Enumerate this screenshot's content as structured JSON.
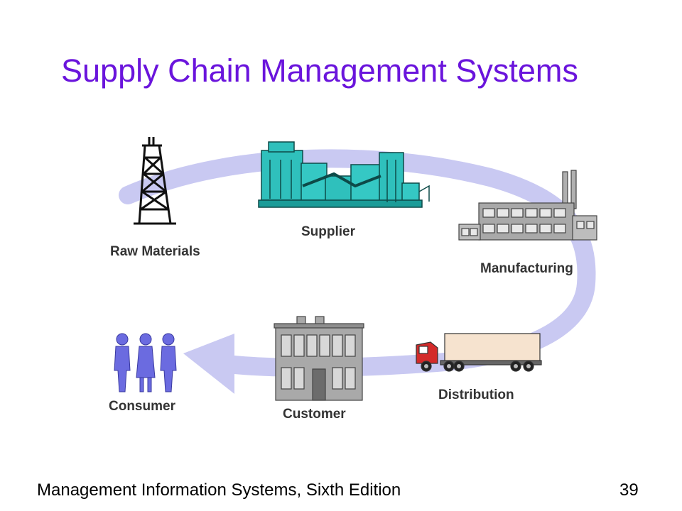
{
  "slide": {
    "title": "Supply Chain Management Systems",
    "footer": "Management Information Systems, Sixth Edition",
    "page_number": "39"
  },
  "stages": {
    "raw_materials": "Raw Materials",
    "supplier": "Supplier",
    "manufacturing": "Manufacturing",
    "distribution": "Distribution",
    "customer": "Customer",
    "consumer": "Consumer"
  },
  "colors": {
    "title": "#6a14dc",
    "flow_arrow": "#c9c9f2",
    "consumer_figures": "#6b6be0",
    "supplier_plant": "#2fc0bc",
    "building_gray": "#a9a9a9",
    "truck_cab": "#d42a2a",
    "trailer": "#f6e3cf"
  },
  "icons": [
    "oil-derrick-icon",
    "supplier-plant-icon",
    "factory-icon",
    "truck-icon",
    "store-building-icon",
    "people-icon"
  ]
}
